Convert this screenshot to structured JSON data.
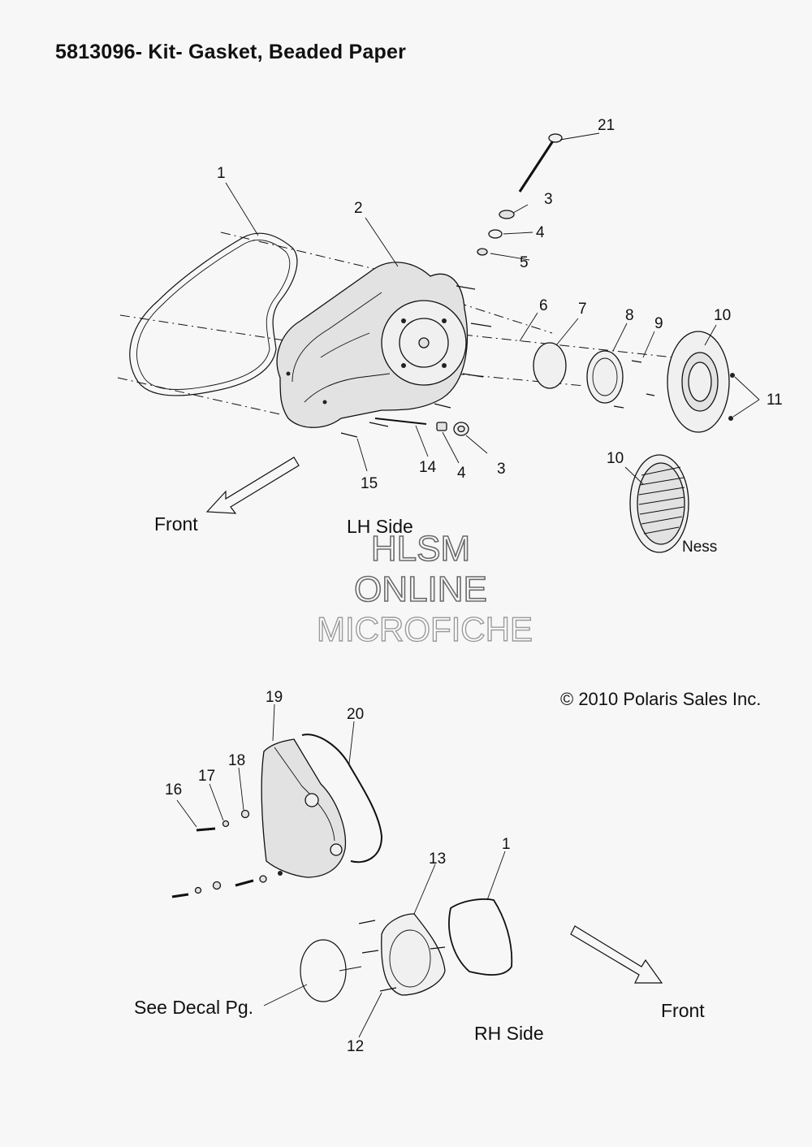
{
  "title": "5813096- Kit- Gasket, Beaded Paper",
  "callouts": {
    "c21": "21",
    "c3a": "3",
    "c4a": "4",
    "c5": "5",
    "c6": "6",
    "c7": "7",
    "c8": "8",
    "c9": "9",
    "c10a": "10",
    "c11": "11",
    "c1a": "1",
    "c2": "2",
    "c14": "14",
    "c4b": "4",
    "c3b": "3",
    "c15": "15",
    "c10b": "10",
    "c19": "19",
    "c20": "20",
    "c18": "18",
    "c17": "17",
    "c16": "16",
    "c13": "13",
    "c1b": "1",
    "c12": "12"
  },
  "labels": {
    "front_top": "Front",
    "lh_side": "LH Side",
    "ness": "Ness",
    "copyright": "© 2010 Polaris Sales Inc.",
    "see_decal": "See Decal Pg.",
    "front_bottom": "Front",
    "rh_side": "RH Side"
  },
  "watermark": {
    "line1": "HLSM",
    "line2": "ONLINE",
    "line3": "MICROFICHE"
  }
}
